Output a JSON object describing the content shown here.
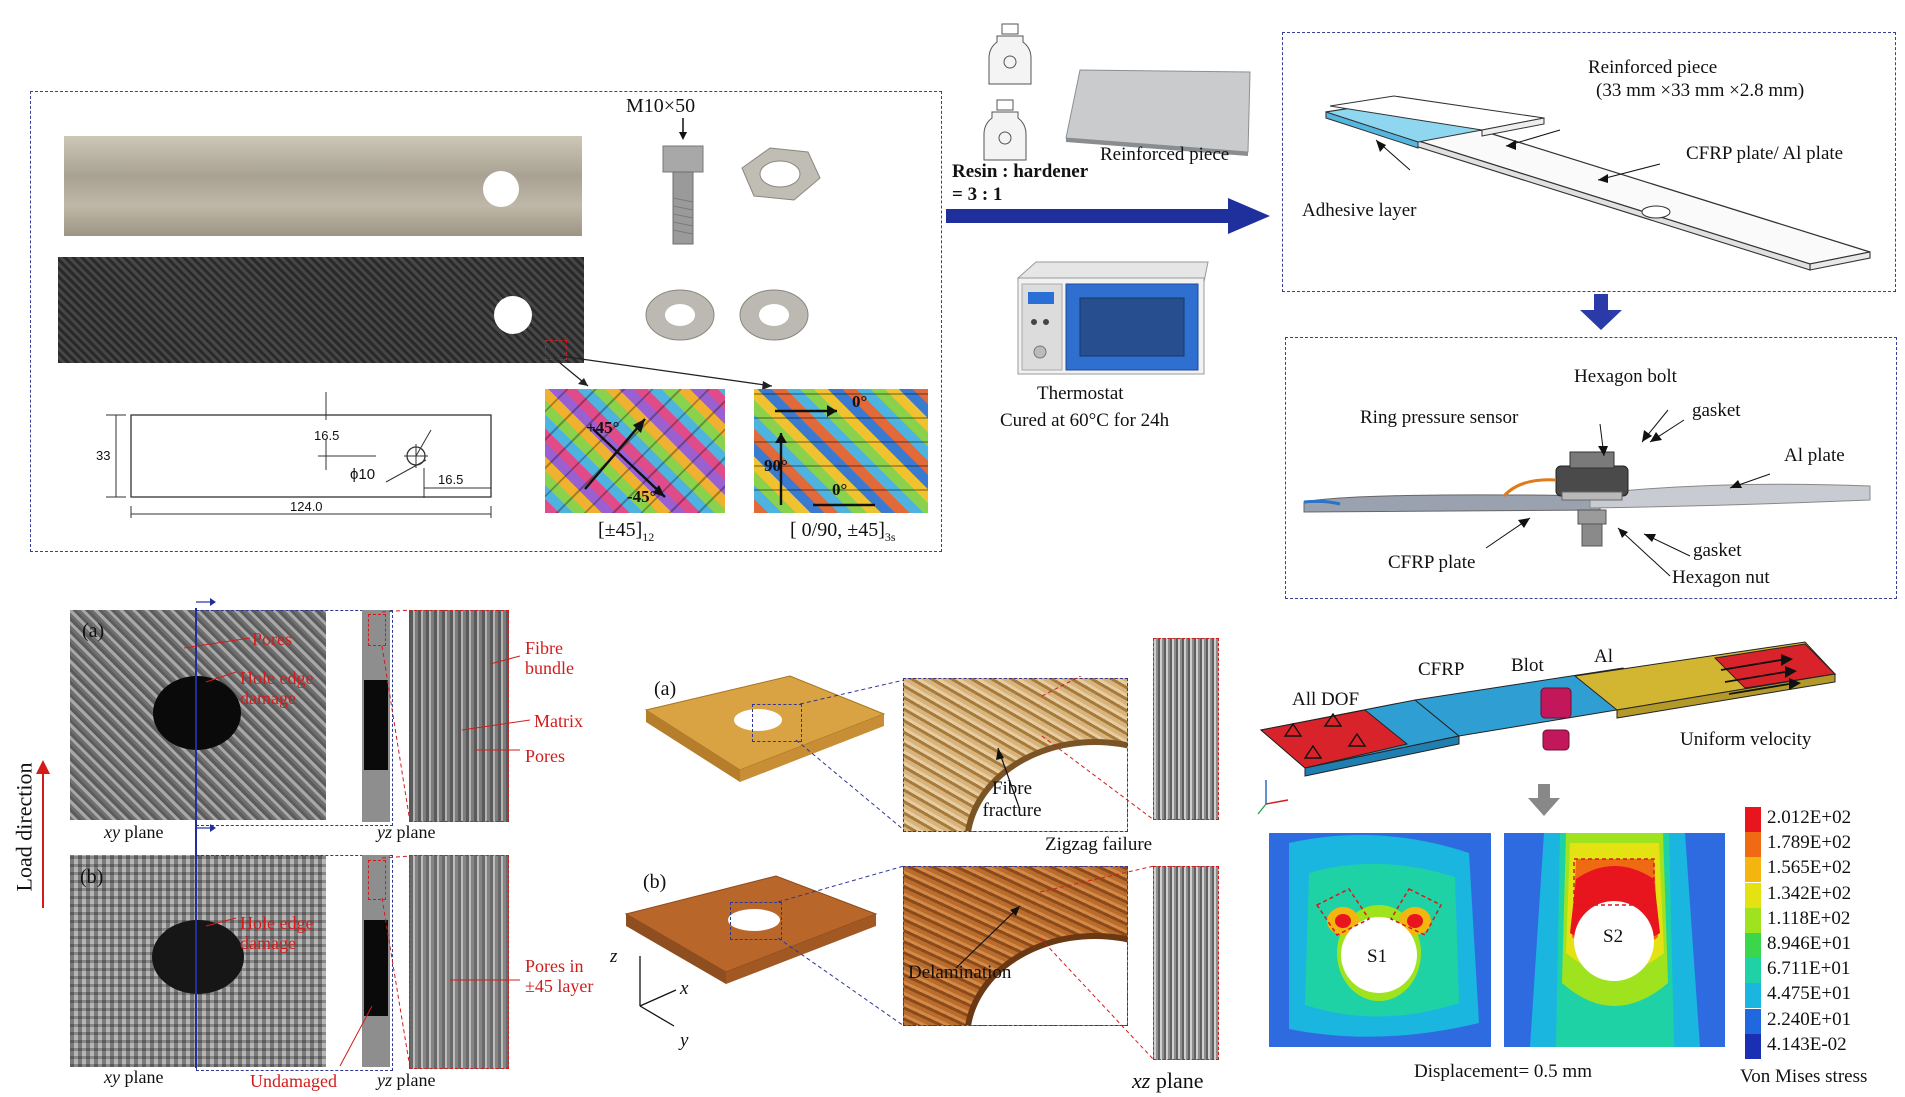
{
  "panel_specimen": {
    "bolt_label": "M10×50",
    "dim_height": "33",
    "dim_offset": "16.5",
    "dim_hole": "ϕ10",
    "dim_edge": "16.5",
    "dim_length": "124.0",
    "layup1": "[±45]",
    "layup1_sub": "12",
    "layup2": "[ 0/90, ±45]",
    "layup2_sub": "3s",
    "angle_p45": "+45°",
    "angle_m45": "-45°",
    "angle_0a": "0°",
    "angle_90": "90°",
    "angle_0b": "0°"
  },
  "process": {
    "resin_label": "Resin : hardener",
    "ratio_label": "= 3 : 1",
    "reinforced_piece": "Reinforced piece",
    "thermostat": "Thermostat",
    "cured": "Cured at 60°C for 24h"
  },
  "assembly": {
    "reinforced_piece": "Reinforced piece",
    "reinforced_dims": "(33 mm ×33 mm ×2.8 mm)",
    "plate": "CFRP plate/ Al plate",
    "adhesive": "Adhesive layer"
  },
  "joint": {
    "bolt": "Hexagon bolt",
    "sensor": "Ring pressure sensor",
    "gasket_top": "gasket",
    "al_plate": "Al plate",
    "cfrp_plate": "CFRP plate",
    "gasket_bottom": "gasket",
    "nut": "Hexagon nut"
  },
  "ct": {
    "load_direction": "Load direction",
    "a": "(a)",
    "b": "(b)",
    "pores": "Pores",
    "hole_edge_damage_a": "Hole edge damage",
    "hole_edge_damage_b": "Hole edge damage",
    "fibre_bundle": "Fibre bundle",
    "matrix": "Matrix",
    "pores2": "Pores",
    "pores_layer": "Pores in ±45 layer",
    "undamaged": "Undamaged",
    "xy_a": "xy",
    "xy_b": "xy",
    "yz_a": "yz",
    "yz_b": "yz",
    "plane": "plane"
  },
  "recon": {
    "a": "(a)",
    "b": "(b)",
    "fibre_fracture": "Fibre fracture",
    "zigzag": "Zigzag failure",
    "delamination": "Delamination",
    "xz": "xz",
    "plane": "plane",
    "axis_z": "z",
    "axis_x": "x",
    "axis_y": "y"
  },
  "fem": {
    "all_dof": "All DOF",
    "cfrp": "CFRP",
    "blot": "Blot",
    "al": "Al",
    "uniform_velocity": "Uniform velocity",
    "s1": "S1",
    "s2": "S2",
    "displacement": "Displacement= 0.5 mm",
    "von_mises": "Von Mises stress",
    "legend": [
      {
        "value": "2.012E+02",
        "color": "#e8141e"
      },
      {
        "value": "1.789E+02",
        "color": "#f06a14"
      },
      {
        "value": "1.565E+02",
        "color": "#f5b50f"
      },
      {
        "value": "1.342E+02",
        "color": "#e4e212"
      },
      {
        "value": "1.118E+02",
        "color": "#9ee31e"
      },
      {
        "value": "8.946E+01",
        "color": "#3ad64c"
      },
      {
        "value": "6.711E+01",
        "color": "#1ed2a6"
      },
      {
        "value": "4.475E+01",
        "color": "#1ab6e0"
      },
      {
        "value": "2.240E+01",
        "color": "#2068e0"
      },
      {
        "value": "4.143E-02",
        "color": "#1b2fb4"
      }
    ]
  }
}
